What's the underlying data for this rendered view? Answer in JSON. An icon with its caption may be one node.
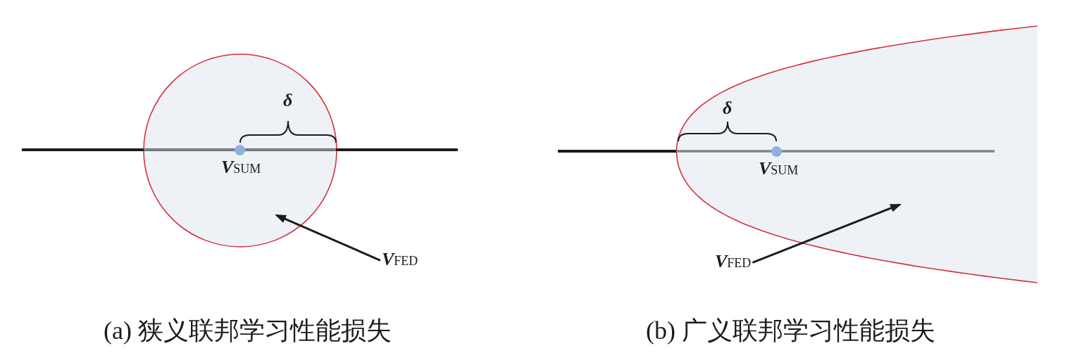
{
  "diagram": {
    "nodes": [
      {
        "text": [],
        "shape": "circle"
      },
      {
        "text": [
          "**V**$_{FED}$"
        ]
      },
      {
        "text": [],
        "shape": "parabola"
      },
      {
        "text": [
          "**V**$_{FED}$"
        ]
      }
    ],
    "edges": [
      {
        "from": 1,
        "to": 0,
        "arrow": "to"
      },
      {
        "from": 3,
        "to": 2,
        "arrow": "to"
      }
    ],
    "labels": [
      "δ",
      "**V**$_{SUM}$",
      "(a) 狭义联邦学习性能损失",
      "δ",
      "**V**$_{SUM}$",
      "(b) 广义联邦学习性能损失"
    ]
  }
}
